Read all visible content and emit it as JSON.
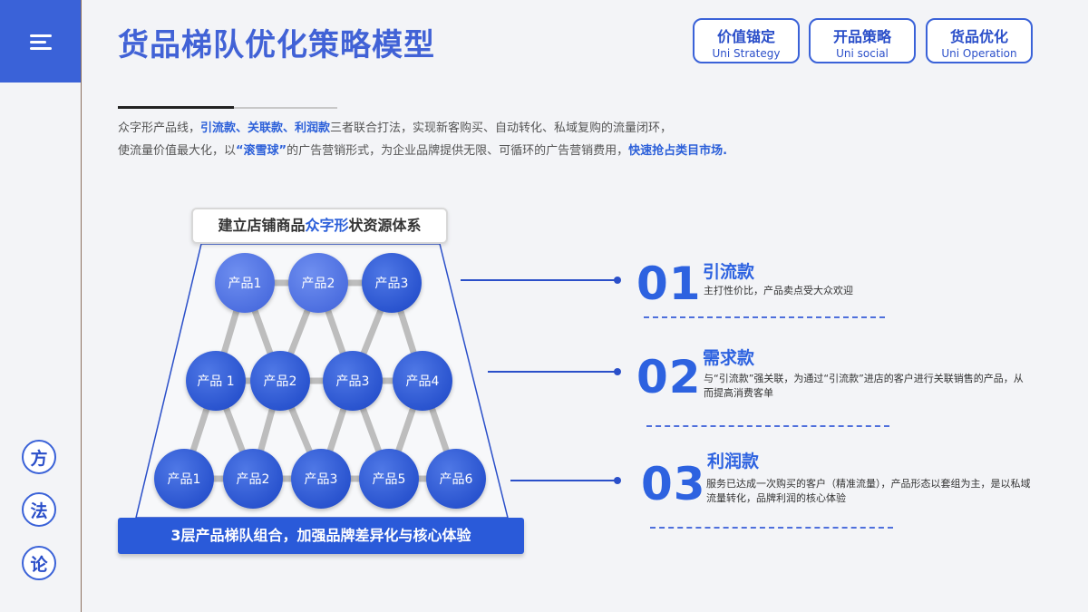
{
  "header": {
    "title": "货品梯队优化策略模型",
    "tags": [
      {
        "title": "价值锚定",
        "sub": "Uni Strategy"
      },
      {
        "title": "开品策略",
        "sub": "Uni social"
      },
      {
        "title": "货品优化",
        "sub": "Uni Operation"
      }
    ]
  },
  "intro": {
    "line1_a": "众字形产品线，",
    "line1_hl": "引流款、关联款、利润款",
    "line1_b": "三者联合打法，实现新客购买、自动转化、私域复购的流量闭环，",
    "line2_a": "使流量价值最大化，以",
    "line2_hl1": "“滚雪球”",
    "line2_b": "的广告营销形式，为企业品牌提供无限、可循环的广告营销费用，",
    "line2_hl2": "快速抢占类目市场."
  },
  "sidebar": {
    "chars": [
      "方",
      "法",
      "论"
    ]
  },
  "diagram": {
    "top_box_a": "建立店铺商品",
    "top_box_hl": "众字形",
    "top_box_b": "状资源体系",
    "row1": [
      "产品1",
      "产品2",
      "产品3"
    ],
    "row2": [
      "产品 1",
      "产品2",
      "产品3",
      "产品4"
    ],
    "row3": [
      "产品1",
      "产品2",
      "产品3",
      "产品5",
      "产品6"
    ],
    "bottom_bar": "3层产品梯队组合，加强品牌差异化与核心体验"
  },
  "items": [
    {
      "num": "01",
      "title": "引流款",
      "desc": "主打性价比，产品卖点受大众欢迎"
    },
    {
      "num": "02",
      "title": "需求款",
      "desc": "与“引流款”强关联，为通过“引流款”进店的客户进行关联销售的产品，从而提高消费客单"
    },
    {
      "num": "03",
      "title": "利润款",
      "desc": "服务已达成一次购买的客户（精准流量），产品形态以套组为主，是以私域流量转化，品牌利润的核心体验"
    }
  ],
  "colors": {
    "accent": "#3a62d8",
    "number_blue": "#2d62e0",
    "node_blue": "#2a54cf"
  }
}
